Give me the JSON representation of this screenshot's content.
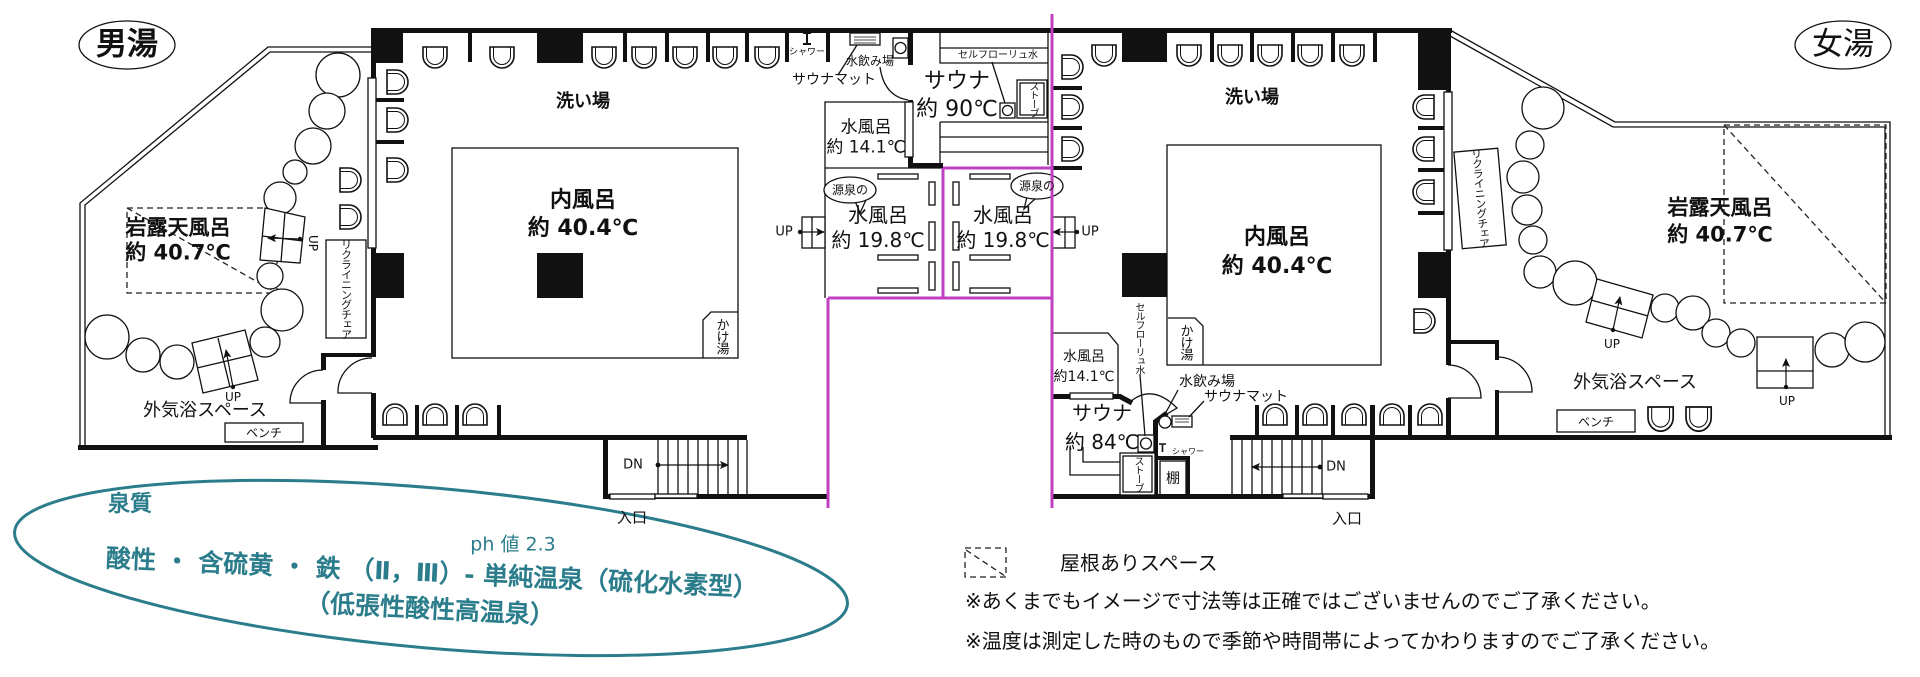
{
  "men": {
    "label": "男湯",
    "washing_area": "洗い場",
    "indoor_bath": {
      "name": "内風呂",
      "temp": "約 40.4℃"
    },
    "kakeyu": "かけ湯",
    "rock_outdoor_bath": {
      "name": "岩露天風呂",
      "temp": "約 40.7℃"
    },
    "recliner": "リクライニングチェア",
    "outdoor_rest_space": "外気浴スペース",
    "bench": "ベンチ",
    "shower": "シャワー",
    "water_fountain": "水飲み場",
    "sauna_mat": "サウナマット",
    "sauna": {
      "name": "サウナ",
      "temp": "約 90℃",
      "self_loyly_water": "セルフローリュ水",
      "stove": "ストーブ"
    },
    "cold_bath": {
      "name": "水風呂",
      "temp": "約 14.1℃"
    },
    "source_cold_bath": {
      "tag": "源泉の",
      "name": "水風呂",
      "temp": "約 19.8℃"
    },
    "stairs": {
      "up": "UP",
      "down": "DN"
    },
    "entrance": "入口"
  },
  "women": {
    "label": "女湯",
    "washing_area": "洗い場",
    "indoor_bath": {
      "name": "内風呂",
      "temp": "約 40.4℃"
    },
    "kakeyu": "かけ湯",
    "rock_outdoor_bath": {
      "name": "岩露天風呂",
      "temp": "約 40.7℃"
    },
    "recliner": "リクライニングチェア",
    "outdoor_rest_space": "外気浴スペース",
    "bench": "ベンチ",
    "shower": "シャワー",
    "water_fountain": "水飲み場",
    "sauna_mat": "サウナマット",
    "shelf": "棚",
    "sauna": {
      "name": "サウナ",
      "temp": "約 84℃",
      "self_loyly_water": "セルフローリュ水",
      "stove": "ストーブ"
    },
    "cold_bath": {
      "name": "水風呂",
      "temp": "約14.1℃"
    },
    "source_cold_bath": {
      "tag": "源泉の",
      "name": "水風呂",
      "temp": "約 19.8℃"
    },
    "stairs": {
      "up": "UP",
      "down": "DN"
    },
    "entrance": "入口"
  },
  "spring_quality": {
    "title": "泉質",
    "ph": "ph 値 2.3",
    "line1": "酸性 ・ 含硫黄 ・ 鉄 （Ⅱ，Ⅲ）- 単純温泉（硫化水素型）",
    "line2": "（低張性酸性高温泉）"
  },
  "legend": {
    "roofed_space": "屋根ありスペース",
    "note1": "※あくまでもイメージで寸法等は正確ではございませんのでご了承ください。",
    "note2": "※温度は測定した時のもので季節や時間帯によってかわりますのでご了承ください。"
  },
  "colors": {
    "divider": "#c13fc2",
    "spring_quality": "#2b7d8c",
    "lines": "#111111"
  }
}
